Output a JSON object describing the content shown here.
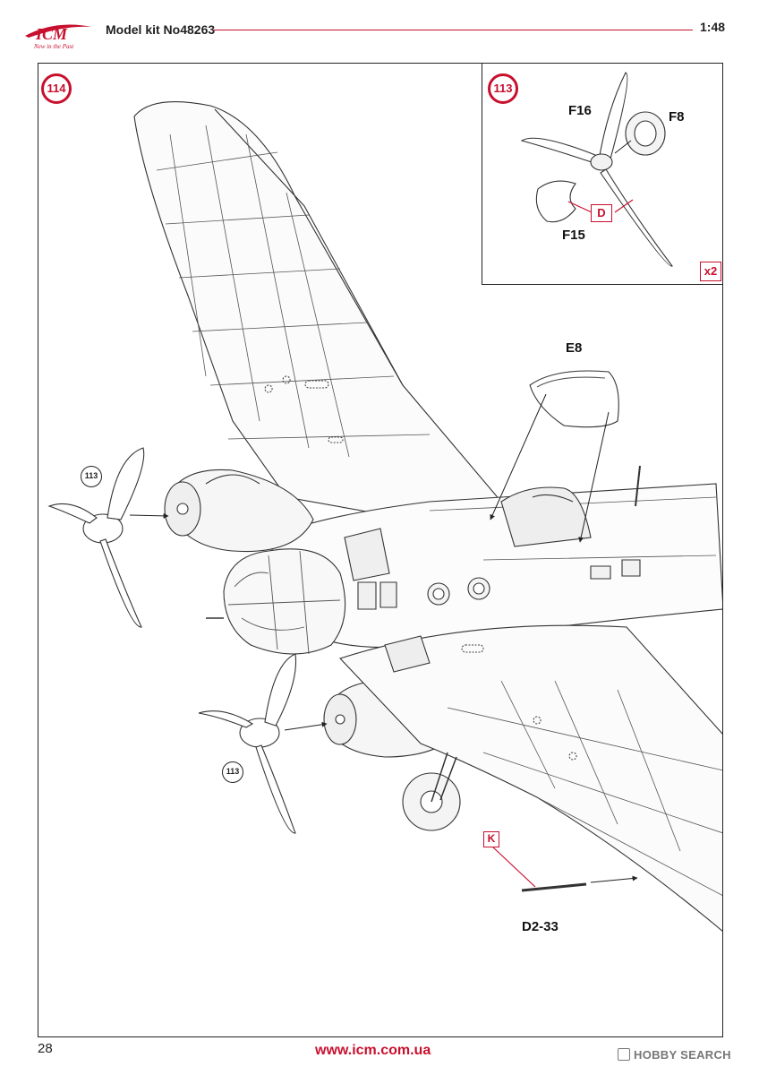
{
  "header": {
    "brand": "ICM",
    "slogan": "New in the Past",
    "kit_title": "Model kit No48263",
    "scale": "1:48"
  },
  "colors": {
    "accent": "#c8102e",
    "line": "#222222"
  },
  "steps": {
    "main": "114",
    "inset": "113",
    "propeller_ref_top": "113",
    "propeller_ref_bottom": "113"
  },
  "inset": {
    "parts": {
      "prop_blades": "F16",
      "spinner_back": "F8",
      "spinner": "F15"
    },
    "tag_letter": "D",
    "multiplier": "x2"
  },
  "main": {
    "canopy_part": "E8",
    "antenna_part": "D2-33",
    "tag_letter": "K"
  },
  "footer": {
    "page_number": "28",
    "website": "www.icm.com.ua",
    "watermark": "HOBBY SEARCH"
  }
}
